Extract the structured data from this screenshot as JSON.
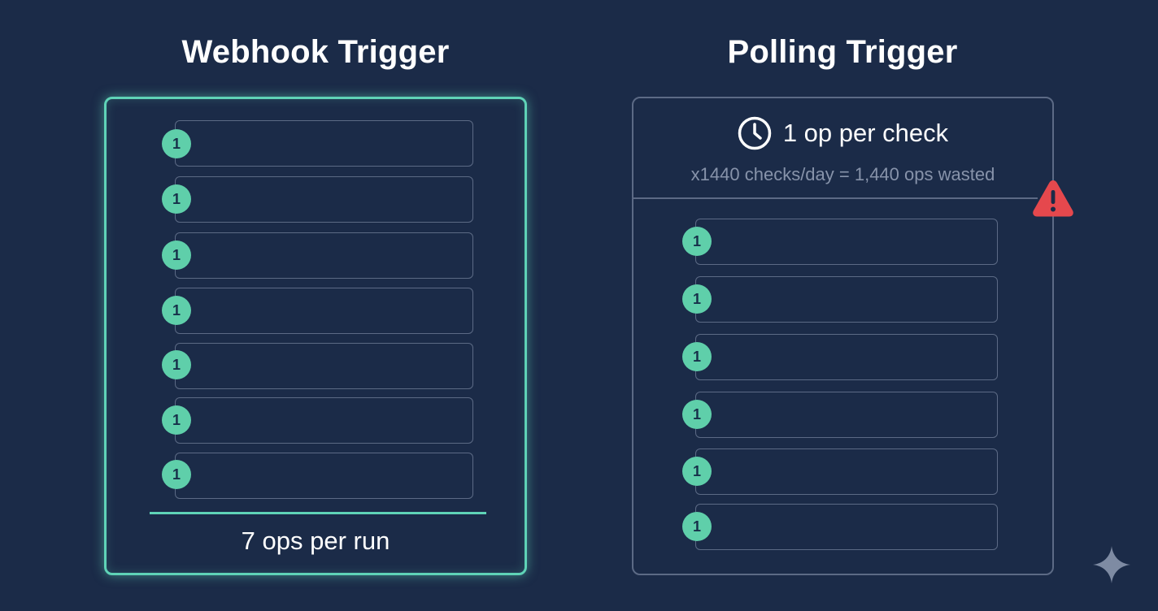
{
  "webhook": {
    "title": "Webhook Trigger",
    "steps": [
      "1",
      "1",
      "1",
      "1",
      "1",
      "1",
      "1"
    ],
    "footer": "7 ops per run",
    "accent_color": "#5fd3b7"
  },
  "polling": {
    "title": "Polling Trigger",
    "check_icon": "clock-icon",
    "check_label": "1 op per check",
    "wasted_note": "x1440 checks/day = 1,440 ops wasted",
    "warning_icon": "warning-triangle-icon",
    "warning_color": "#e5484d",
    "steps": [
      "1",
      "1",
      "1",
      "1",
      "1",
      "1"
    ],
    "border_color": "#5c6a85"
  },
  "badge_color": "#5fcfaa",
  "background_color": "#1b2b48",
  "corner_icon": "sparkle-icon"
}
